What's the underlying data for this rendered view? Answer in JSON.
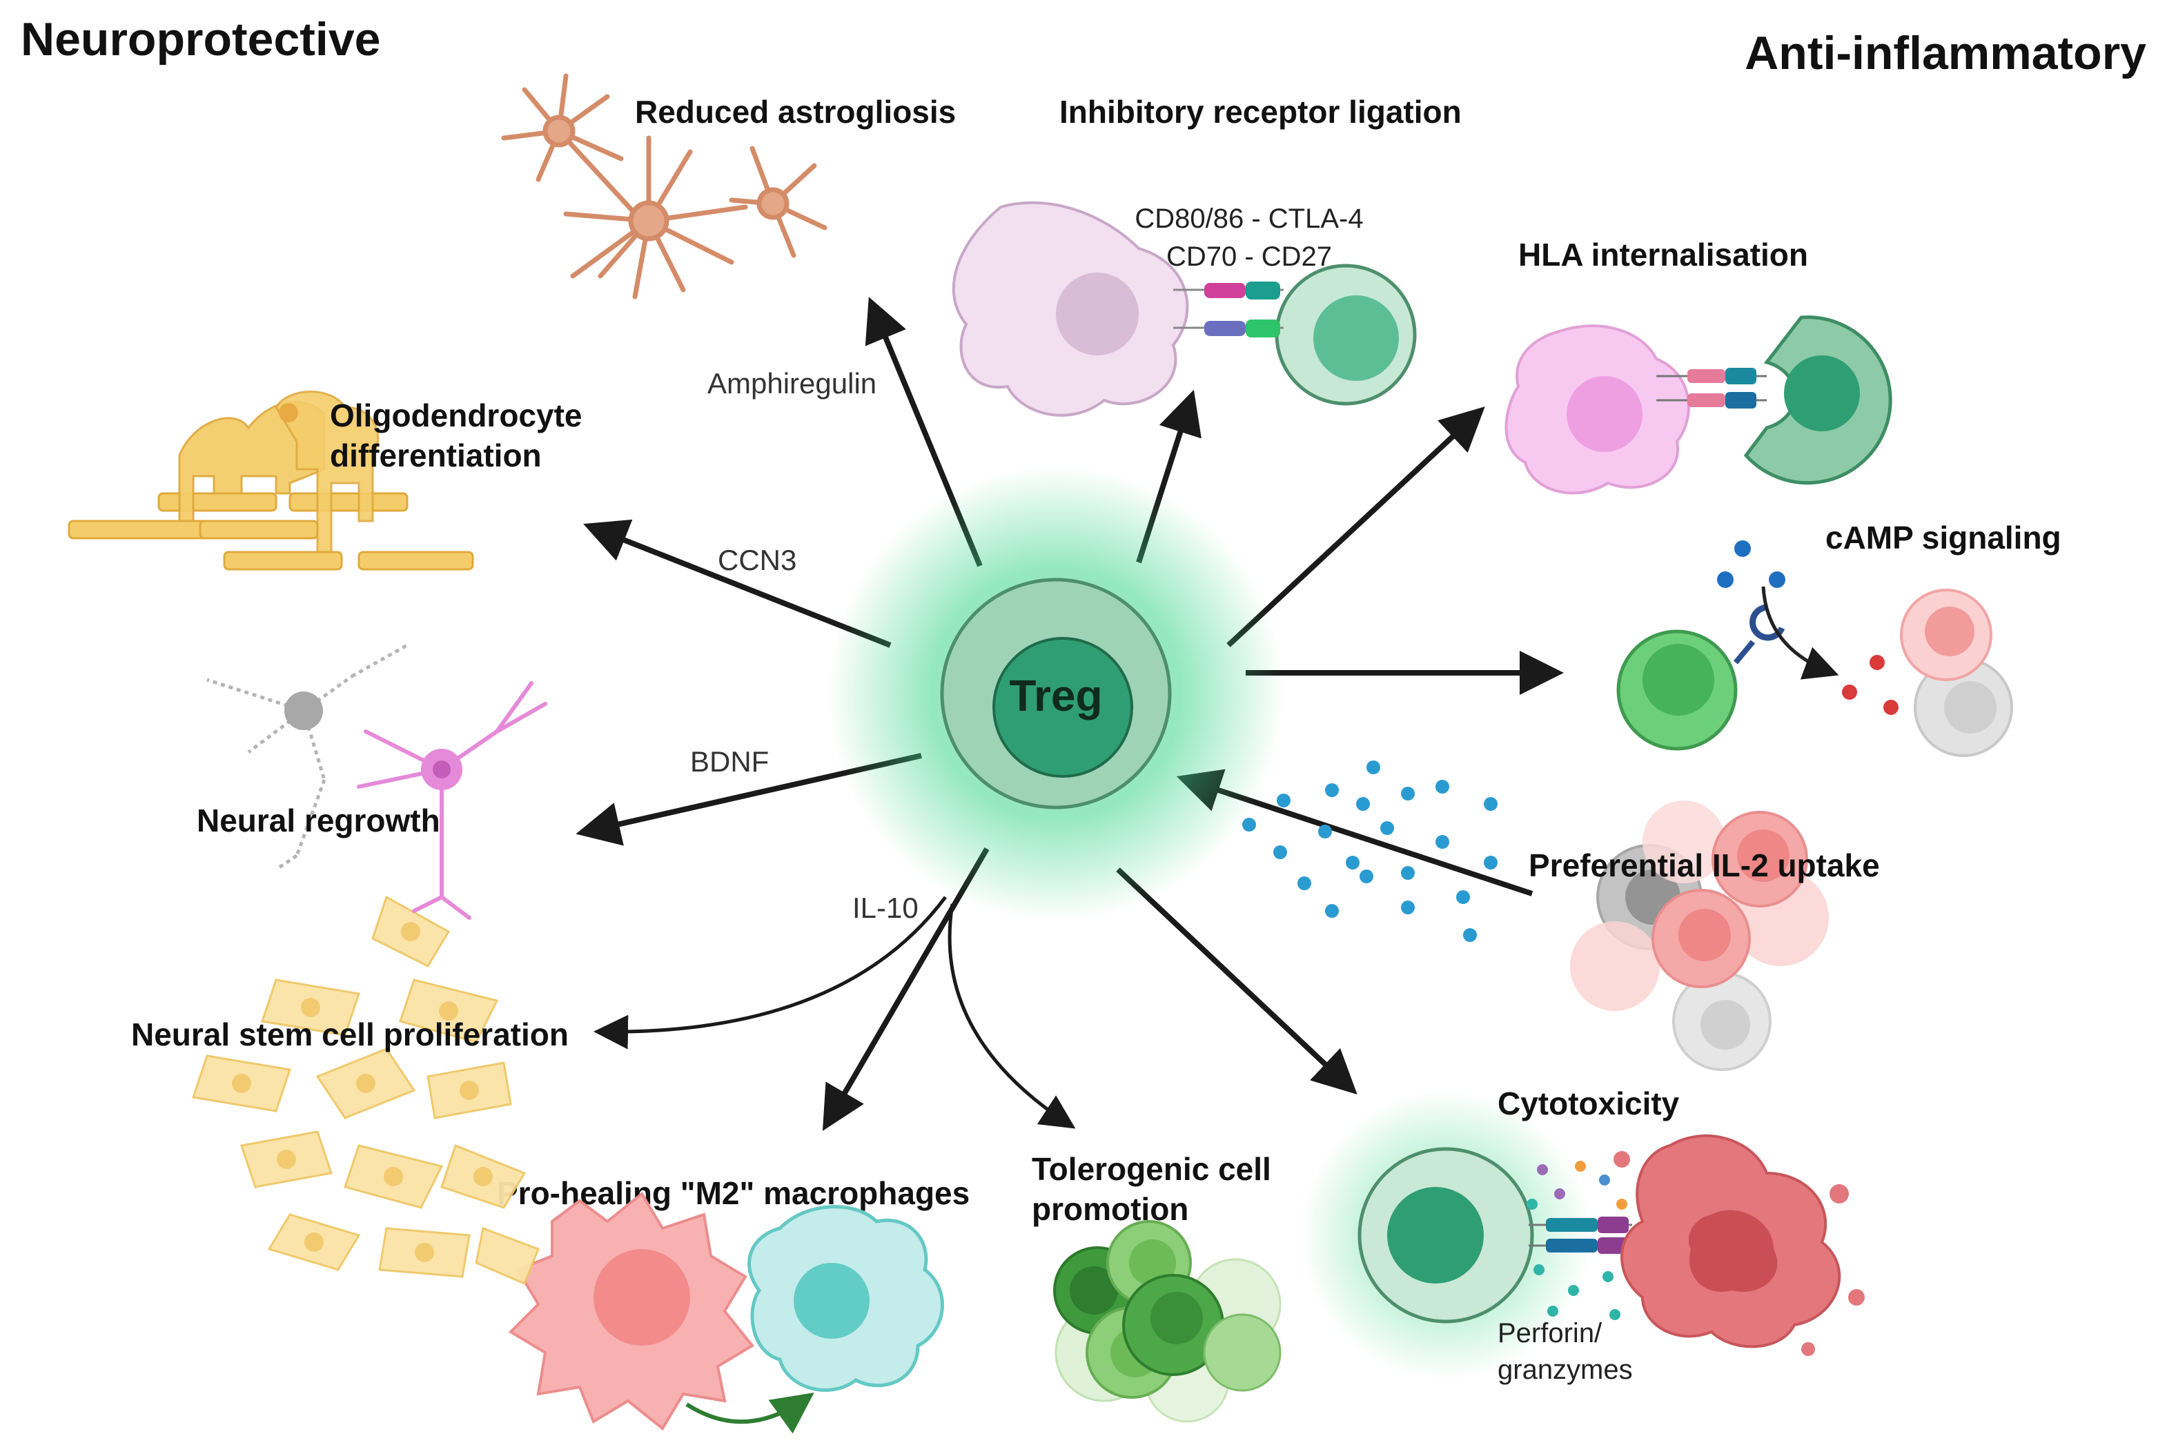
{
  "headers": {
    "left": "Neuroprotective",
    "right": "Anti-inflammatory"
  },
  "center": {
    "label": "Treg"
  },
  "effects": {
    "astrogliosis": "Reduced astrogliosis",
    "inhibitory": "Inhibitory receptor ligation",
    "hla": "HLA internalisation",
    "camp": "cAMP signaling",
    "il2": "Preferential IL-2 uptake",
    "cytotoxicity": "Cytotoxicity",
    "tolerogenic_1": "Tolerogenic cell",
    "tolerogenic_2": "promotion",
    "m2": "Pro-healing \"M2\" macrophages",
    "stem": "Neural stem cell proliferation",
    "regrowth": "Neural regrowth",
    "oligo_1": "Oligodendrocyte",
    "oligo_2": "differentiation"
  },
  "arrow_labels": {
    "amphiregulin": "Amphiregulin",
    "ccn3": "CCN3",
    "bdnf": "BDNF",
    "il10": "IL-10"
  },
  "receptor_pairs": {
    "line1": "CD80/86 - CTLA-4",
    "line2": "CD70 - CD27"
  },
  "perforin": {
    "line1": "Perforin/",
    "line2": "granzymes"
  },
  "colors": {
    "treg_outer": "#9fd3b5",
    "treg_inner": "#2f9e74",
    "astrocyte": "#e4a888",
    "oligodendrocyte": "#f4cd6a",
    "neuron_pink": "#e58ad8",
    "neuron_grey": "#b5b5b5",
    "m1_macrophage": "#f59a9a",
    "m2_macrophage": "#9fe3e1",
    "tolerogenic": "#7fc46a",
    "tumour": "#de6a6e",
    "il2_dots": "#2a9bd0",
    "arrow": "#1a1a1a",
    "green_arrow": "#2e7d32"
  },
  "icons": [
    "astrocyte-icon",
    "antigen-presenting-cell-icon",
    "t-cell-icon",
    "receptor-pair-icon",
    "oligodendrocyte-icon",
    "neuron-icon",
    "neural-stem-cell-icon",
    "macrophage-icon",
    "tolerogenic-cell-icon",
    "target-cell-icon",
    "il2-particle-icon",
    "camp-receptor-icon"
  ]
}
